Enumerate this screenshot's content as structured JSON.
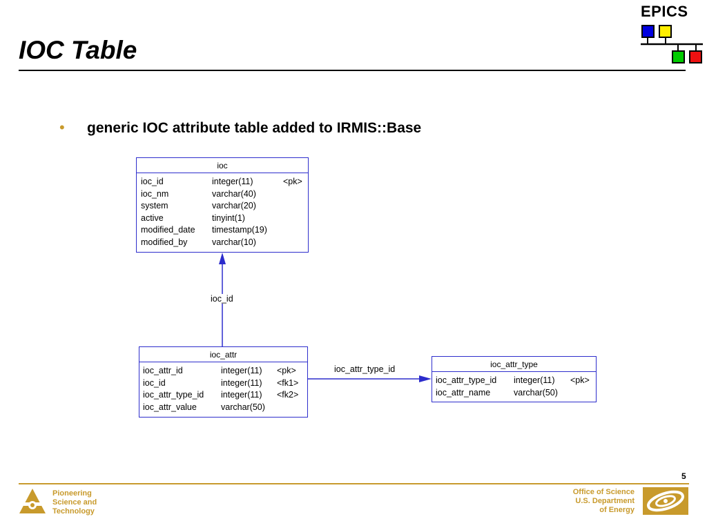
{
  "title": "IOC Table",
  "logo": {
    "text": "EPICS",
    "colors": [
      "#0000e0",
      "#ffee00",
      "#00cc00",
      "#ee1111"
    ]
  },
  "bullets": [
    "generic IOC attribute table added to IRMIS::Base"
  ],
  "diagram": {
    "tables": {
      "ioc": {
        "name": "ioc",
        "columns": [
          [
            "ioc_id",
            "integer(11)",
            "<pk>"
          ],
          [
            "ioc_nm",
            "varchar(40)",
            ""
          ],
          [
            "system",
            "varchar(20)",
            ""
          ],
          [
            "active",
            "tinyint(1)",
            ""
          ],
          [
            "modified_date",
            "timestamp(19)",
            ""
          ],
          [
            "modified_by",
            "varchar(10)",
            ""
          ]
        ]
      },
      "ioc_attr": {
        "name": "ioc_attr",
        "columns": [
          [
            "ioc_attr_id",
            "integer(11)",
            "<pk>"
          ],
          [
            "ioc_id",
            "integer(11)",
            "<fk1>"
          ],
          [
            "ioc_attr_type_id",
            "integer(11)",
            "<fk2>"
          ],
          [
            "ioc_attr_value",
            "varchar(50)",
            ""
          ]
        ]
      },
      "ioc_attr_type": {
        "name": "ioc_attr_type",
        "columns": [
          [
            "ioc_attr_type_id",
            "integer(11)",
            "<pk>"
          ],
          [
            "ioc_attr_name",
            "varchar(50)",
            ""
          ]
        ]
      }
    },
    "relations": [
      {
        "label": "ioc_id"
      },
      {
        "label": "ioc_attr_type_id"
      }
    ],
    "line_color": "#2c2ccc"
  },
  "footer": {
    "left": [
      "Pioneering",
      "Science and",
      "Technology"
    ],
    "right": [
      "Office of Science",
      "U.S. Department",
      "of Energy"
    ],
    "page_number": "5",
    "accent": "#c89a2c"
  }
}
